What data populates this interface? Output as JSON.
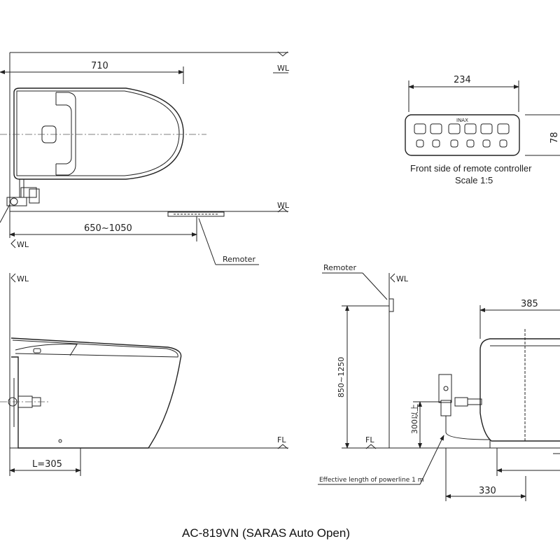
{
  "model_title": "AC-819VN (SARAS Auto Open)",
  "top_view": {
    "width_label": "710",
    "remote_range_label": "650~1050",
    "wall_label_top": "WL",
    "wall_label_bottom": "WL",
    "wall_label_left": "WL",
    "remote_callout": "Remoter"
  },
  "remote": {
    "width_label": "234",
    "height_label": "78",
    "brand": "INAX",
    "caption_line1": "Front side of remote controller",
    "caption_line2": "Scale 1:5"
  },
  "side_view": {
    "wall_label": "WL",
    "floor_label": "FL",
    "drain_label": "L=305"
  },
  "front_view": {
    "remote_callout": "Remoter",
    "wall_label": "WL",
    "floor_label": "FL",
    "remote_height_label": "850~1250",
    "outlet_height_label": "300以上",
    "depth_label": "385",
    "base_width_label": "330",
    "powerline_label": "Effective length of powerline 1 m"
  }
}
